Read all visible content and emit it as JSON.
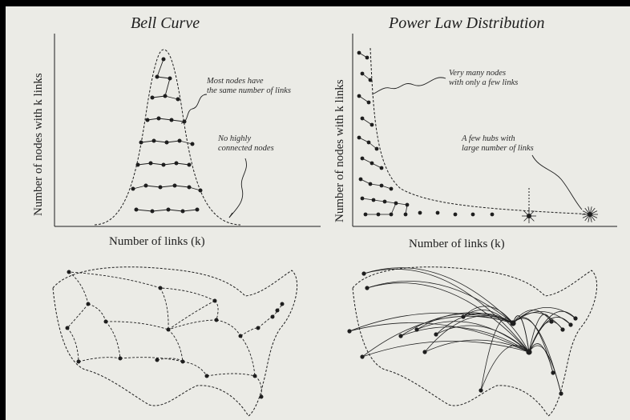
{
  "panels": {
    "bell": {
      "title": "Bell Curve",
      "xlabel": "Number of links (k)",
      "ylabel": "Number of nodes with k links",
      "annotations": {
        "most_nodes": "Most nodes have\nthe same number of links",
        "no_highly": "No highly\nconnected nodes"
      }
    },
    "power": {
      "title": "Power Law Distribution",
      "xlabel": "Number of links (k)",
      "ylabel": "Number of nodes with k links",
      "annotations": {
        "many_nodes": "Very many nodes\nwith only a few links",
        "few_hubs": "A few hubs with\nlarge number of links"
      }
    }
  },
  "colors": {
    "paper": "#ebebe6",
    "ink": "#1e1e1e",
    "background": "#000000"
  }
}
